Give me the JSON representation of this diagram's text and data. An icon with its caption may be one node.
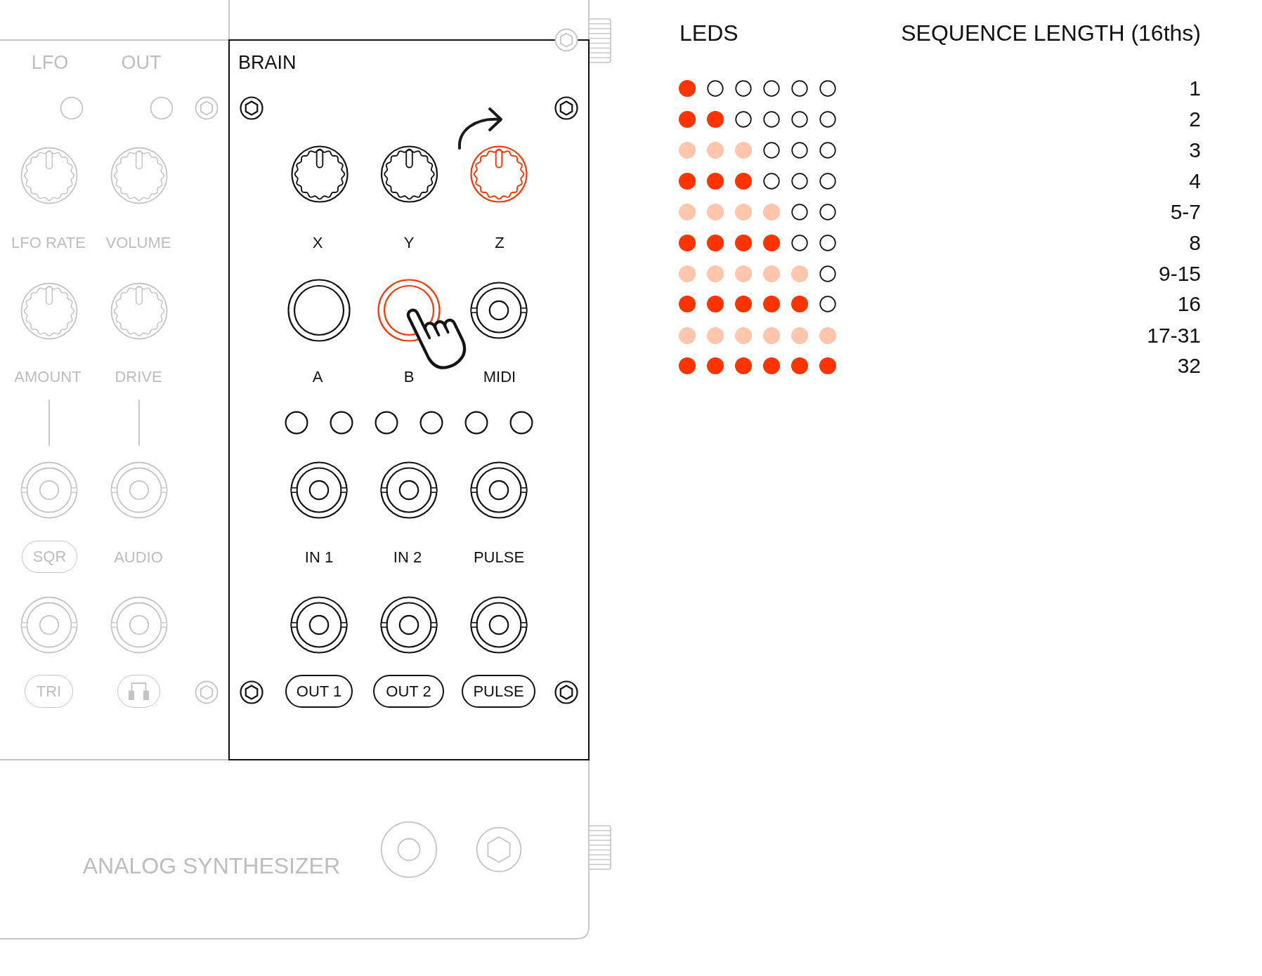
{
  "diagram": {
    "nodes": [
      {
        "text": [
          "SQR"
        ]
      },
      {
        "text": [
          "TRI"
        ]
      },
      {
        "text": [],
        "shape": "box"
      },
      {
        "text": [
          "BRAIN"
        ]
      },
      {
        "text": [
          "OUT 1"
        ],
        "in": 3
      },
      {
        "text": [
          "OUT 2"
        ],
        "in": 3
      },
      {
        "text": [
          "PULSE"
        ],
        "in": 3
      }
    ],
    "labels": [
      "LFO",
      "OUT",
      "LFO RATE",
      "VOLUME",
      "AMOUNT",
      "DRIVE",
      "AUDIO",
      "X",
      "Y",
      "Z",
      "A",
      "B",
      "MIDI",
      "IN 1",
      "IN 2",
      "PULSE",
      "ANALOG SYNTHESIZER",
      "LEDS",
      "SEQUENCE LENGTH (16ths)",
      "1",
      "2",
      "3",
      "4",
      "5-7",
      "8",
      "9-15",
      "16",
      "17-31",
      "32"
    ]
  }
}
